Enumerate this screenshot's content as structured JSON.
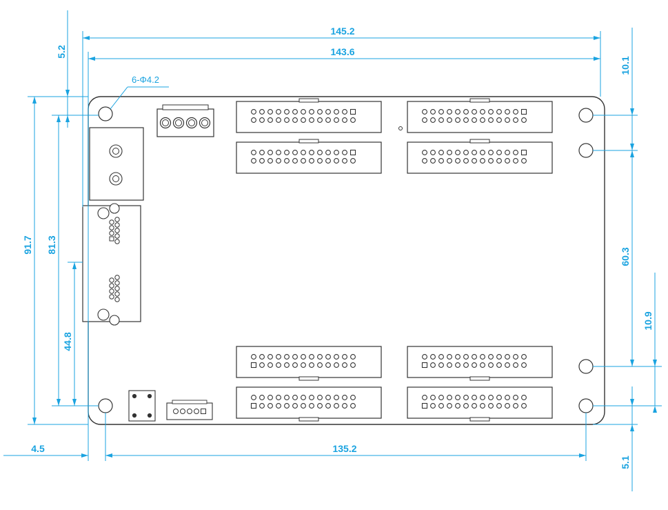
{
  "colors": {
    "dimension": "#1aa3e0",
    "outline": "#333333",
    "background": "#ffffff"
  },
  "dimensions": {
    "overall_width": "145.2",
    "width_inner": "143.6",
    "top_offset_left": "5.2",
    "top_offset_right": "10.1",
    "height_total": "91.7",
    "height_holes": "81.3",
    "height_lower": "44.8",
    "right_mid": "60.3",
    "right_lower": "10.9",
    "right_bottom": "5.1",
    "bottom_left": "4.5",
    "bottom_span": "135.2"
  },
  "callout": {
    "holes": "6-Φ4.2"
  },
  "components": {
    "power_connector": {
      "pins": 4
    },
    "small_connector": {
      "pins": 5
    },
    "db9_connectors": 2,
    "idc_headers": 8,
    "idc_pins_per_row": 13,
    "mounting_holes": 6
  }
}
